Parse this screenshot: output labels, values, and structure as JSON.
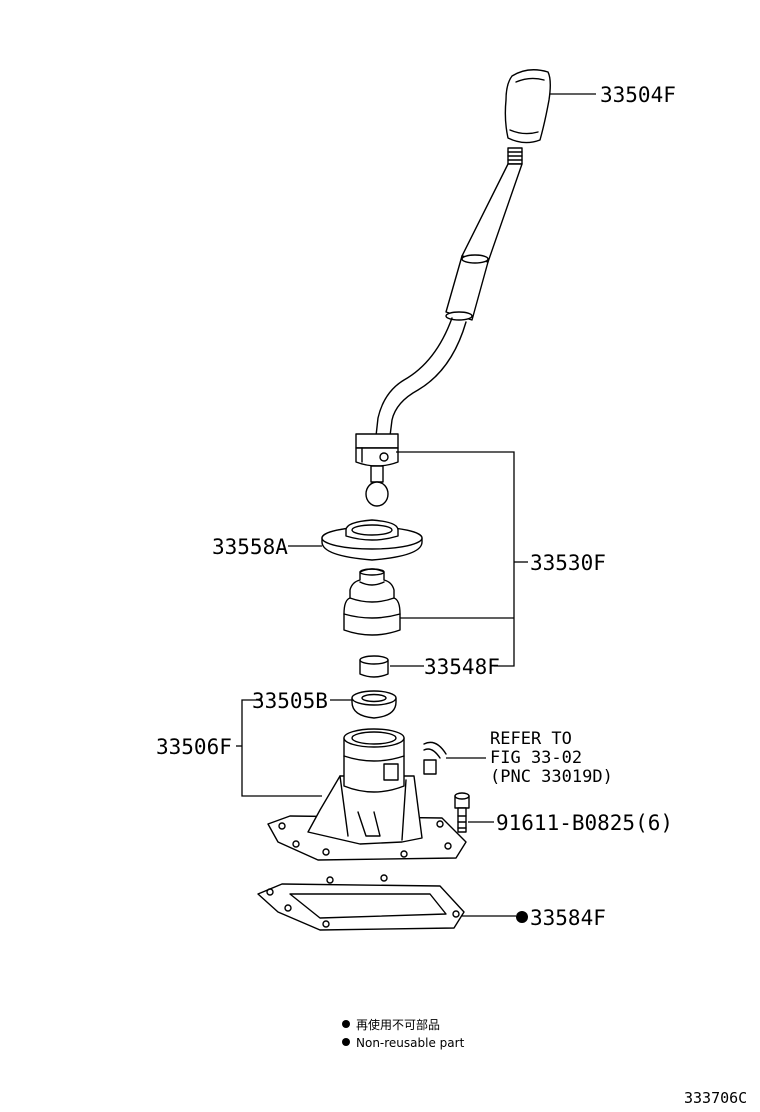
{
  "parts": {
    "shift_knob": "33504F",
    "shift_lever_assy": "33530F",
    "seat": "33558A",
    "bushing": "33548F",
    "boot_retainer": "33505B",
    "lever_retainer": "33506F",
    "bolt": "91611-B0825(6)",
    "gasket": "33584F"
  },
  "refer": {
    "line1": "REFER TO",
    "line2": "FIG 33-02",
    "line3": "(PNC 33019D)"
  },
  "legend": {
    "jp": "再使用不可部品",
    "en": "Non-reusable part"
  },
  "figure_id": "333706C"
}
